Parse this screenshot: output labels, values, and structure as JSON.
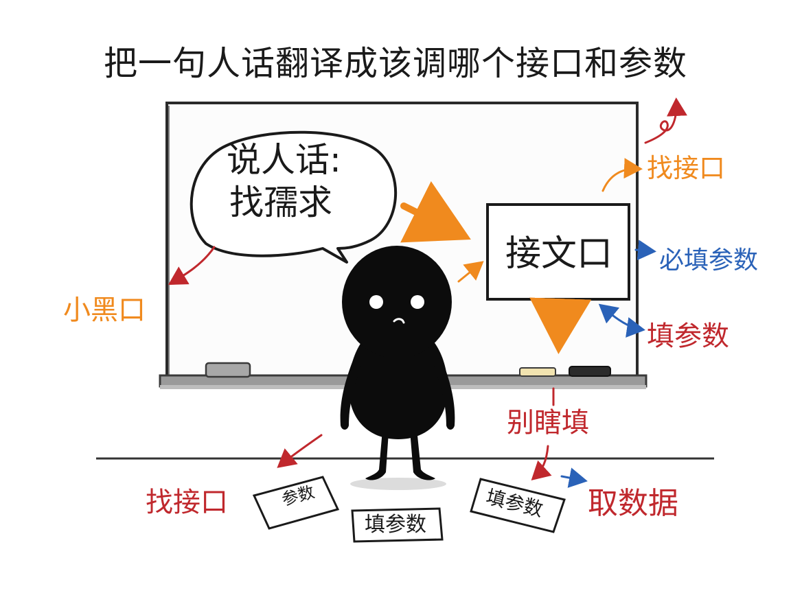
{
  "title": "把一句人话翻译成该调哪个接口和参数",
  "speech_bubble": {
    "line1": "说人话:",
    "line2": "找孺求"
  },
  "center_box": {
    "label": "接文口"
  },
  "annotations": {
    "left_small_mouth": "小黑口",
    "find_interface_top": "找接口",
    "required_params": "必填参数",
    "fill_params_right": "填参数",
    "dont_fill_randomly": "别瞎填",
    "find_interface_bottom": "找接口",
    "fetch_data": "取数据"
  },
  "cards": {
    "left": "参数",
    "center": "填参数",
    "right": "填参数"
  },
  "colors": {
    "orange": "#f08a1e",
    "red": "#c0282d",
    "blue": "#2a62b8",
    "ink": "#1a1a1a"
  }
}
